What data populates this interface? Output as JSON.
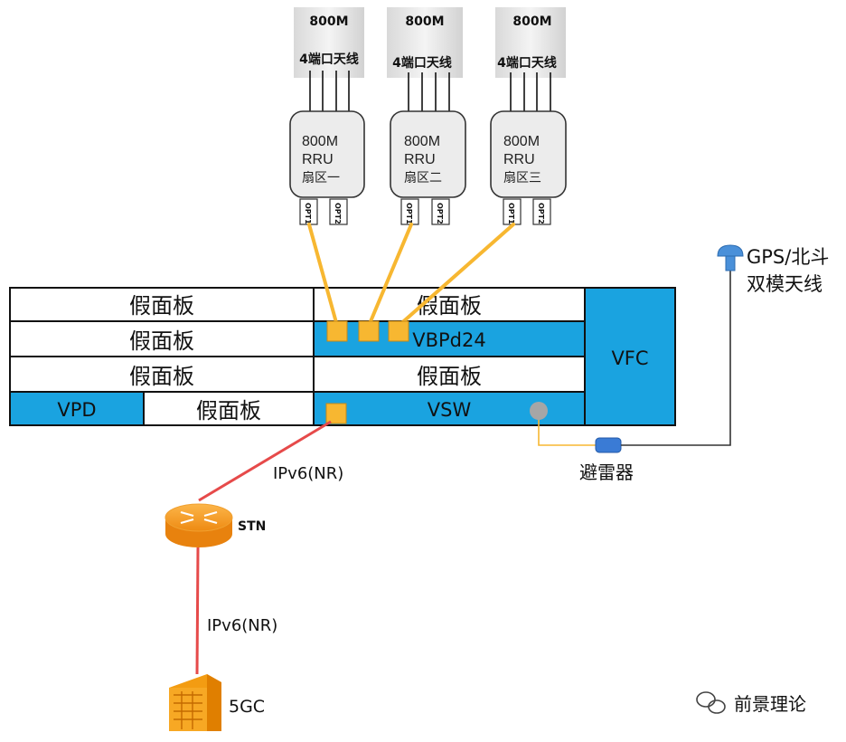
{
  "antennas": [
    {
      "freq": "800M",
      "label": "4端口天线"
    },
    {
      "freq": "800M",
      "label": "4端口天线"
    },
    {
      "freq": "800M",
      "label": "4端口天线"
    }
  ],
  "rrus": [
    {
      "freq": "800M",
      "type": "RRU",
      "sector": "扇区一",
      "opt1": "OPT1",
      "opt2": "OPT2"
    },
    {
      "freq": "800M",
      "type": "RRU",
      "sector": "扇区二",
      "opt1": "OPT1",
      "opt2": "OPT2"
    },
    {
      "freq": "800M",
      "type": "RRU",
      "sector": "扇区三",
      "opt1": "OPT1",
      "opt2": "OPT2"
    }
  ],
  "chassis": {
    "left_slots": [
      "假面板",
      "假面板",
      "假面板"
    ],
    "vpd": "VPD",
    "left_bottom_dummy": "假面板",
    "right_top": "假面板",
    "vbp": "VBPd24",
    "right_third": "假面板",
    "vsw": "VSW",
    "vfc": "VFC"
  },
  "gps": {
    "line1": "GPS/北斗",
    "line2": "双模天线"
  },
  "arrester": "避雷器",
  "links": {
    "upper": "IPv6(NR)",
    "lower": "IPv6(NR)"
  },
  "router": "STN",
  "core": "5GC",
  "watermark": "前景理论",
  "colors": {
    "blue": "#1aa3e0",
    "fiber": "#f7b731",
    "ip_link": "#e64a4a",
    "router": "#f39c12"
  }
}
